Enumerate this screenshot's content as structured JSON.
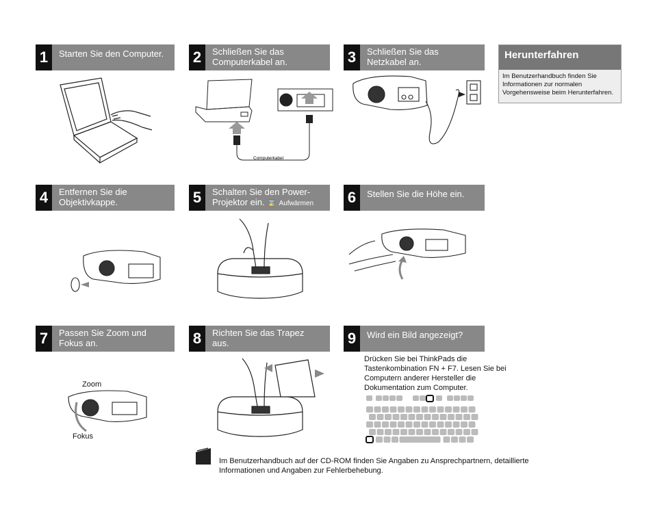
{
  "steps": [
    {
      "num": "1",
      "text": "Starten Sie den Computer."
    },
    {
      "num": "2",
      "text": "Schließen Sie das Computerkabel an."
    },
    {
      "num": "3",
      "text": "Schließen Sie das Netzkabel an."
    },
    {
      "num": "4",
      "text": "Entfernen Sie die Objektivkappe."
    },
    {
      "num": "5",
      "text": "Schalten Sie den Power-Projektor ein.",
      "extra": "Aufwärmen"
    },
    {
      "num": "6",
      "text": "Stellen Sie die Höhe ein."
    },
    {
      "num": "7",
      "text": "Passen Sie Zoom und Fokus an."
    },
    {
      "num": "8",
      "text": "Richten Sie das Trapez aus."
    },
    {
      "num": "9",
      "text": "Wird ein Bild angezeigt?"
    }
  ],
  "cable_label": "Computerkabel",
  "zoom_label": "Zoom",
  "focus_label": "Fokus",
  "shutdown": {
    "title": "Herunterfahren",
    "body": "Im Benutzerhandbuch finden Sie Informationen zur normalen Vorgehensweise beim Herunterfahren."
  },
  "step9_note": "Drücken Sie bei ThinkPads die Tastenkombination FN + F7. Lesen Sie bei Computern anderer Hersteller die Dokumentation zum Computer.",
  "footer": "Im Benutzerhandbuch auf der CD-ROM finden Sie Angaben zu Ansprechpartnern, detaillierte Informationen und Angaben zur Fehlerbehebung."
}
